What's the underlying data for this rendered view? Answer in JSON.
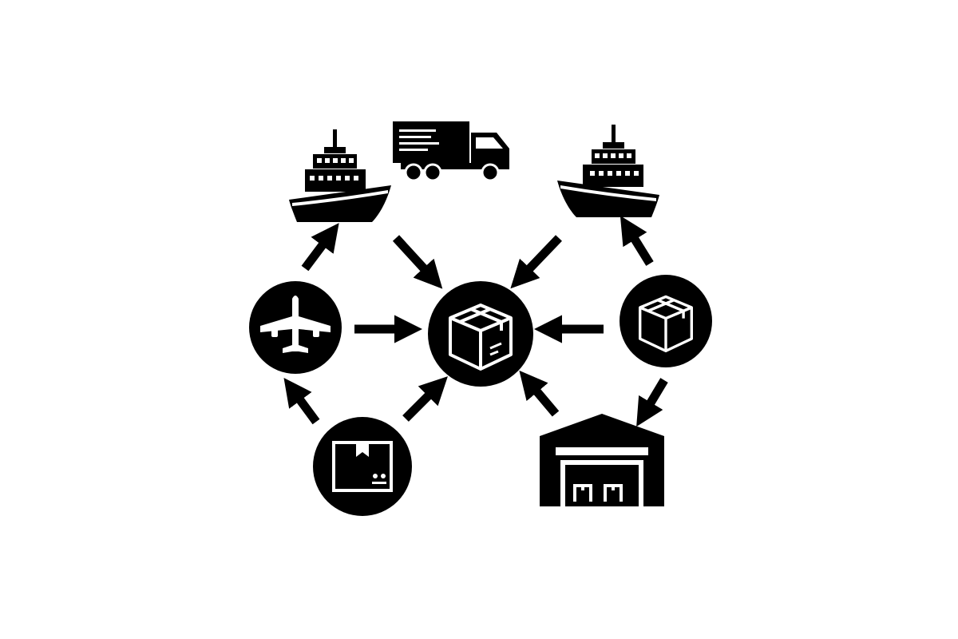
{
  "diagram": {
    "background_color": "#ffffff",
    "ink_color": "#000000",
    "nodes": [
      {
        "id": "hub",
        "icon": "package-box-icon"
      },
      {
        "id": "ship-left",
        "icon": "cargo-ship-icon"
      },
      {
        "id": "truck",
        "icon": "delivery-truck-icon"
      },
      {
        "id": "ship-right",
        "icon": "cargo-ship-icon"
      },
      {
        "id": "airplane",
        "icon": "airplane-icon"
      },
      {
        "id": "box-right",
        "icon": "package-box-icon"
      },
      {
        "id": "box-bottom",
        "icon": "package-box-front-icon"
      },
      {
        "id": "warehouse",
        "icon": "warehouse-icon"
      }
    ],
    "edges": [
      {
        "from": "airplane",
        "to": "ship-left"
      },
      {
        "from": "truck",
        "to": "hub"
      },
      {
        "from": "ship-right",
        "to": "hub"
      },
      {
        "from": "box-right",
        "to": "ship-right"
      },
      {
        "from": "airplane",
        "to": "hub"
      },
      {
        "from": "box-right",
        "to": "hub"
      },
      {
        "from": "box-bottom",
        "to": "airplane"
      },
      {
        "from": "box-bottom",
        "to": "hub"
      },
      {
        "from": "warehouse",
        "to": "hub"
      },
      {
        "from": "box-right",
        "to": "warehouse"
      }
    ]
  }
}
